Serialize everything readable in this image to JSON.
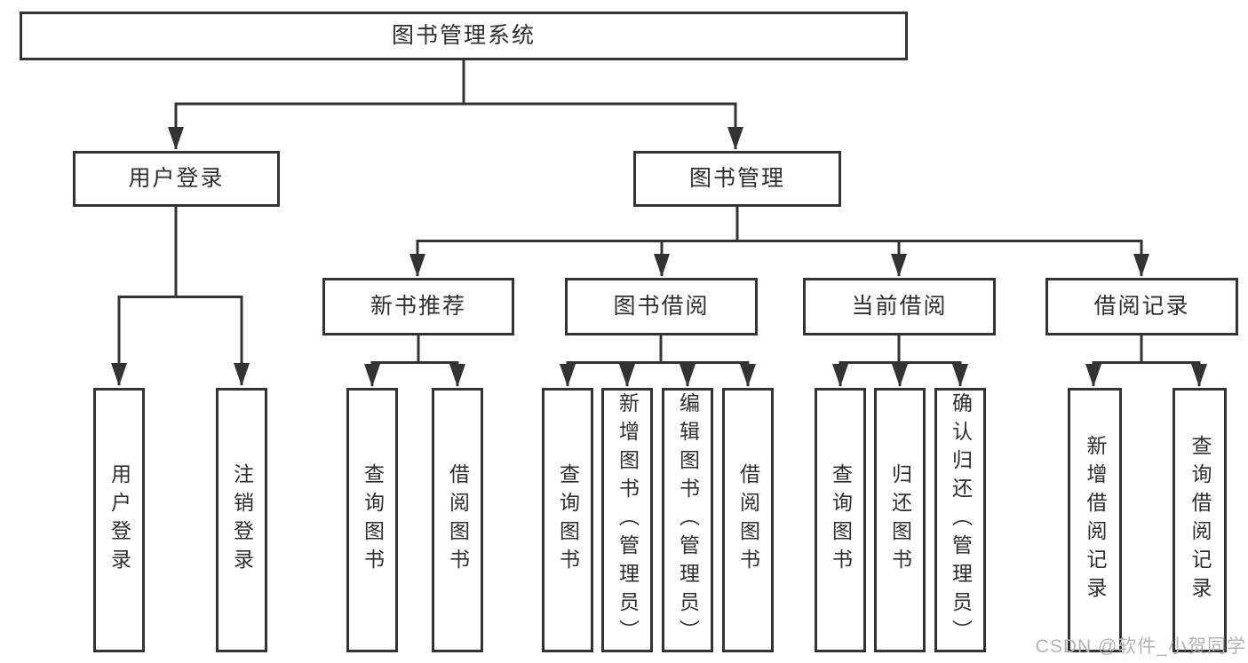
{
  "diagram": {
    "type": "hierarchy-tree",
    "title": "图书管理系统",
    "nodes": {
      "root": {
        "label": "图书管理系统"
      },
      "userLogin": {
        "label": "用户登录"
      },
      "bookMgmt": {
        "label": "图书管理"
      },
      "newBook": {
        "label": "新书推荐"
      },
      "bookBorrow": {
        "label": "图书借阅"
      },
      "currentBorrow": {
        "label": "当前借阅"
      },
      "borrowRecord": {
        "label": "借阅记录"
      },
      "leaves": [
        {
          "label": "用户登录",
          "parent": "用户登录"
        },
        {
          "label": "注销登录",
          "parent": "用户登录"
        },
        {
          "label": "查询图书",
          "parent": "新书推荐"
        },
        {
          "label": "借阅图书",
          "parent": "新书推荐"
        },
        {
          "label": "查询图书",
          "parent": "图书借阅"
        },
        {
          "label": "新增图书（管理员）",
          "parent": "图书借阅"
        },
        {
          "label": "编辑图书（管理员）",
          "parent": "图书借阅"
        },
        {
          "label": "借阅图书",
          "parent": "图书借阅"
        },
        {
          "label": "查询图书",
          "parent": "当前借阅"
        },
        {
          "label": "归还图书",
          "parent": "当前借阅"
        },
        {
          "label": "确认归还（管理员）",
          "parent": "当前借阅"
        },
        {
          "label": "新增借阅记录",
          "parent": "借阅记录"
        },
        {
          "label": "查询借阅记录",
          "parent": "借阅记录"
        }
      ]
    },
    "watermark": "CSDN @软件_小贺同学",
    "colors": {
      "line": "#333333",
      "text": "#2f2f2f",
      "watermark": "#b3b3b3",
      "background": "#ffffff"
    }
  }
}
